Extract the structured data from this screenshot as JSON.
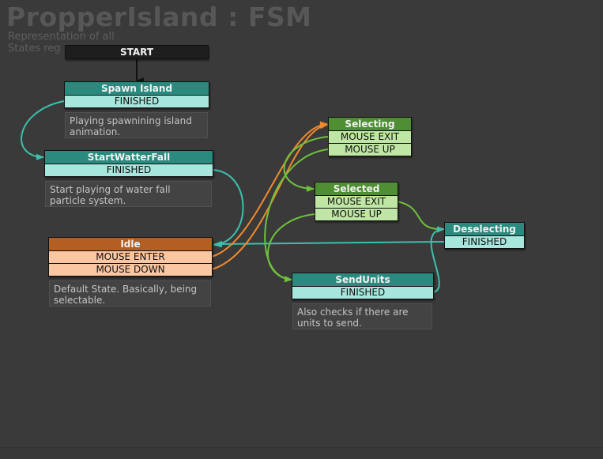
{
  "title": "PropperIsland : FSM",
  "subtitle": "Representation of all States reg",
  "colors": {
    "teal_header": "#2a8a7e",
    "green_header": "#4f8e33",
    "orange_header": "#b35e23",
    "teal_event": "#a6e6dc",
    "green_event": "#bfe6a4",
    "orange_event": "#fbc6a2",
    "teal_link": "#3cc0ae",
    "green_link": "#6ec13c",
    "orange_link": "#f08a2e"
  },
  "nodes": {
    "start": {
      "label": "START"
    },
    "spawn_island": {
      "label": "Spawn Island",
      "events": [
        "FINISHED"
      ],
      "comment": "Playing spawnining island animation."
    },
    "start_watterfall": {
      "label": "StartWatterFall",
      "events": [
        "FINISHED"
      ],
      "comment": "Start playing of water fall particle system."
    },
    "idle": {
      "label": "Idle",
      "events": [
        "MOUSE ENTER",
        "MOUSE DOWN"
      ],
      "comment": "Default State. Basically, being selectable."
    },
    "selecting": {
      "label": "Selecting",
      "events": [
        "MOUSE EXIT",
        "MOUSE UP"
      ]
    },
    "selected": {
      "label": "Selected",
      "events": [
        "MOUSE EXIT",
        "MOUSE UP"
      ]
    },
    "deselecting": {
      "label": "Deselecting",
      "events": [
        "FINISHED"
      ]
    },
    "send_units": {
      "label": "SendUnits",
      "events": [
        "FINISHED"
      ],
      "comment": "Also checks if there are units to send."
    }
  }
}
